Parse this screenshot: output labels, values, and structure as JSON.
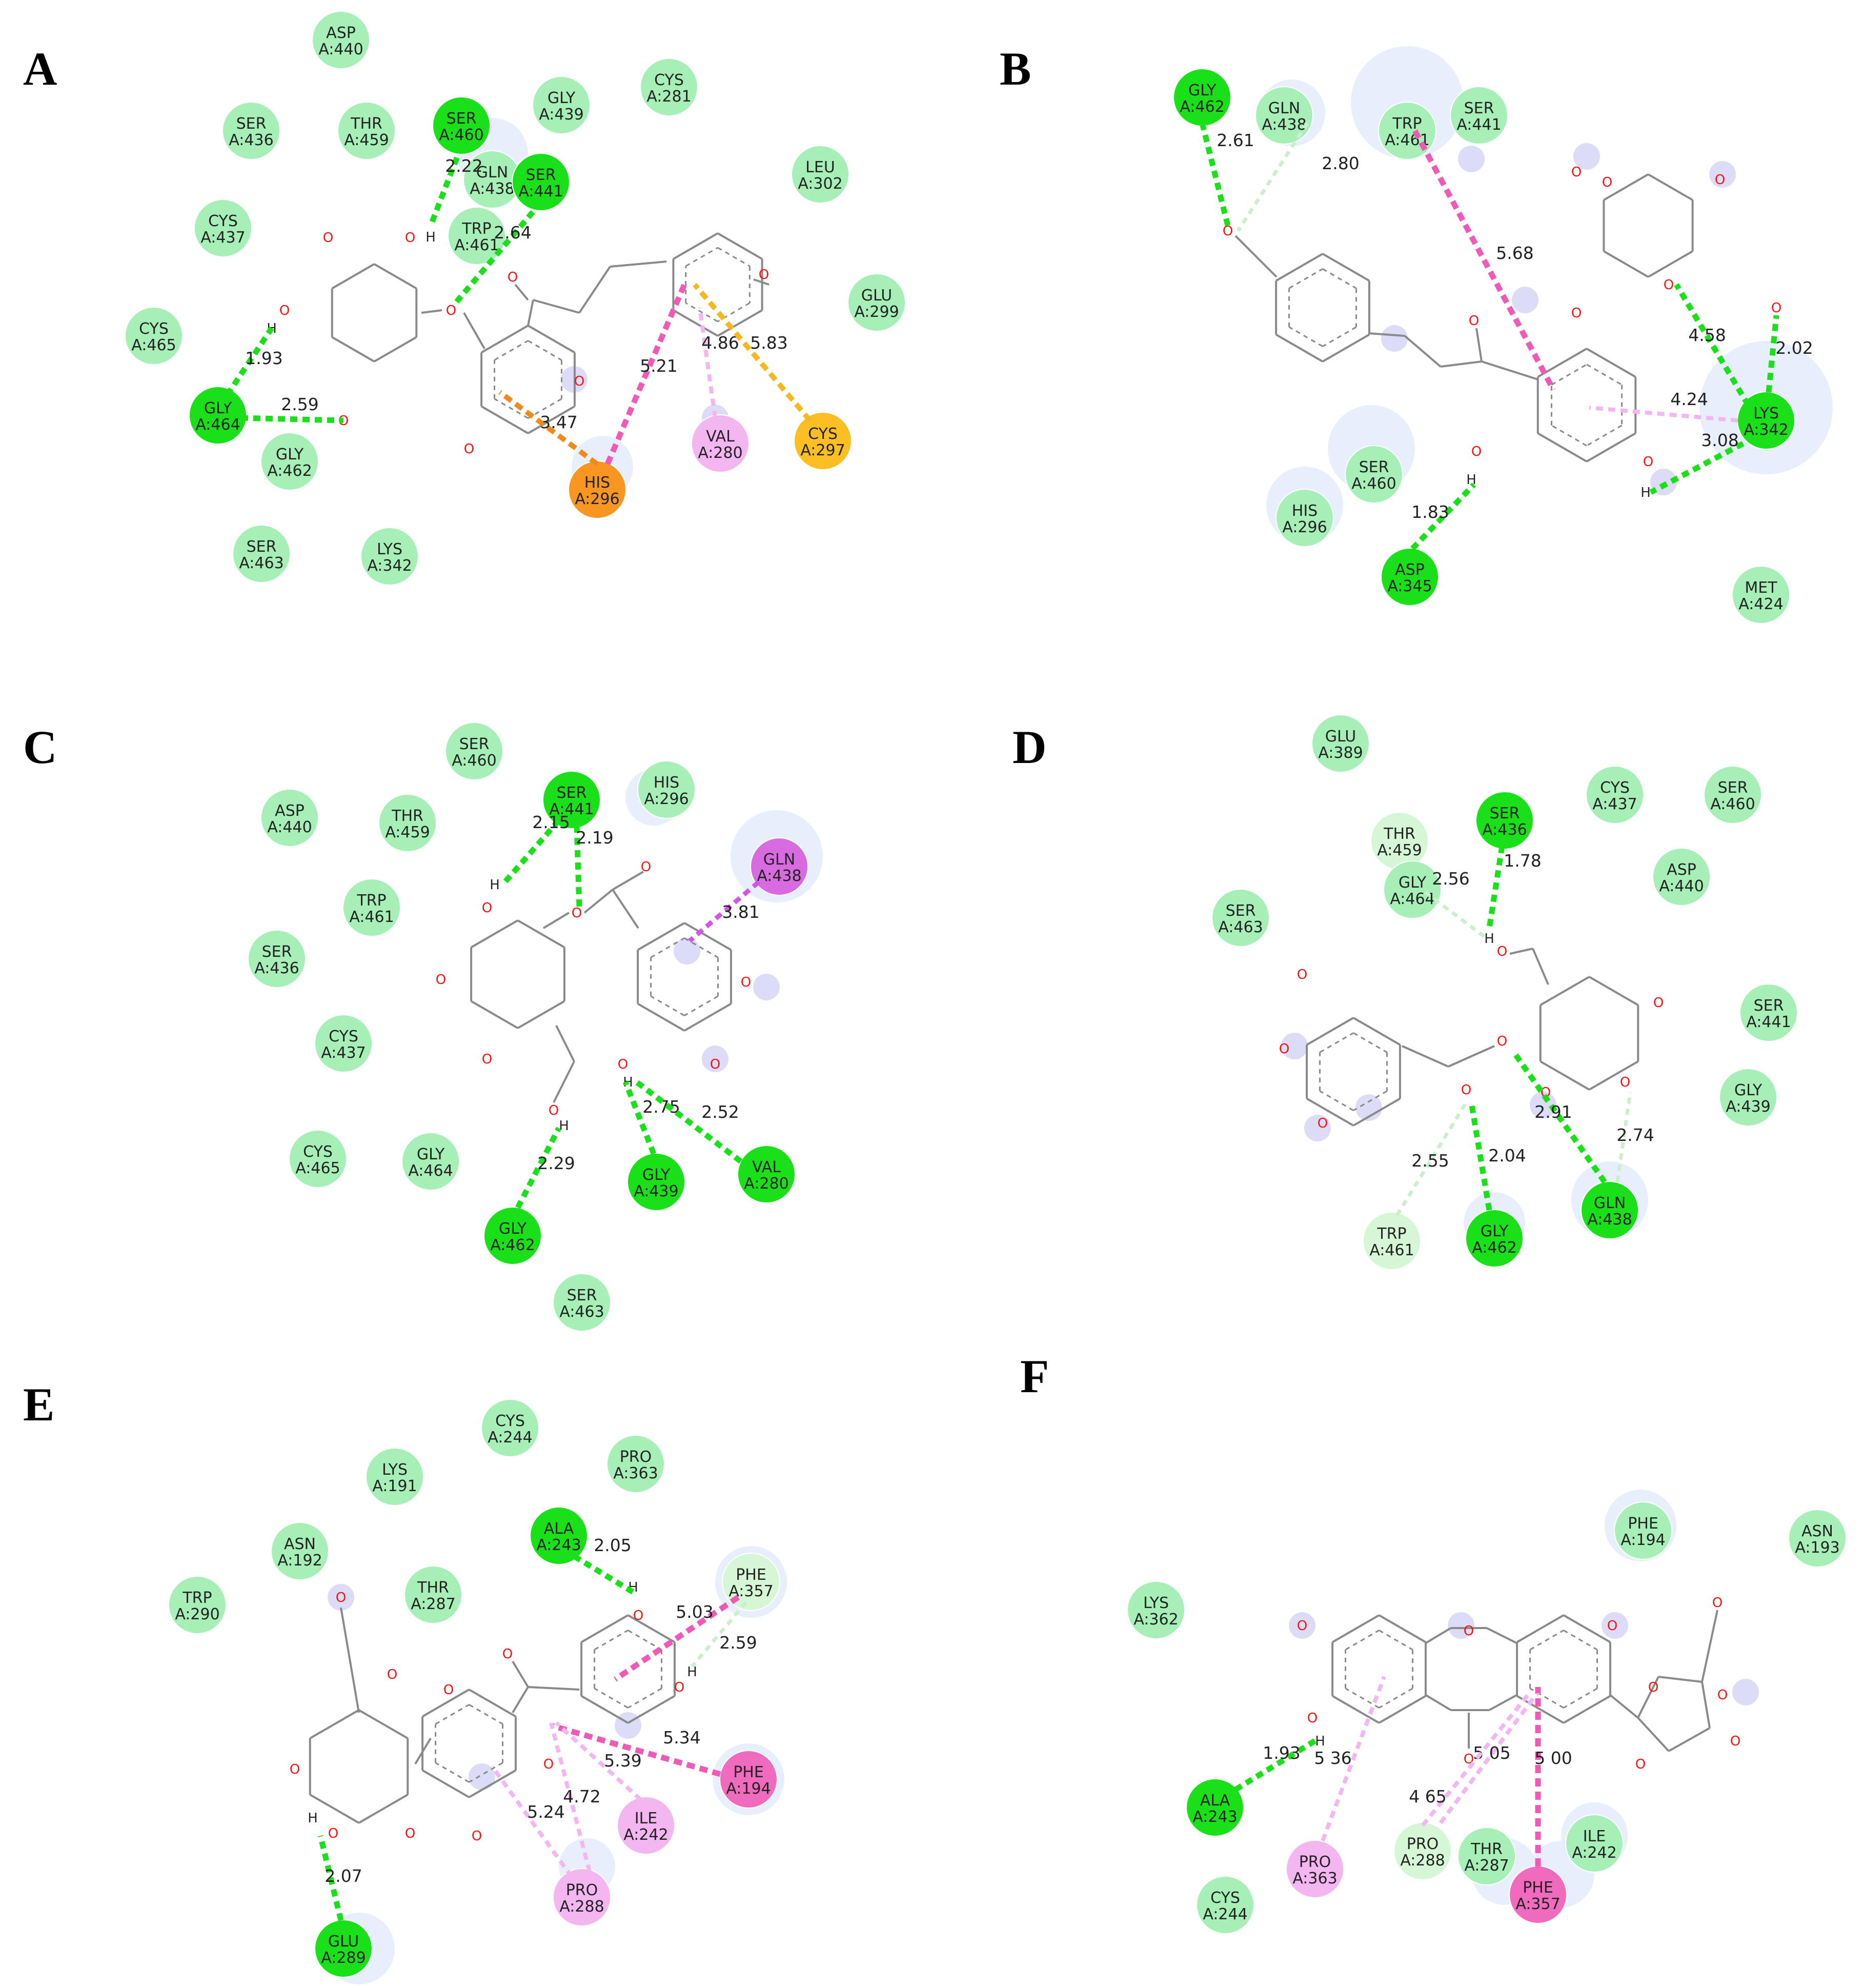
{
  "colors": {
    "vdw": "#a6f0b8",
    "hbond": "#19e019",
    "carbon_hbond": "#d6f7d6",
    "pi_alkyl": "#f4b6f0",
    "pi_pi": "#f06abd",
    "pi_sulfur": "#fbbf24",
    "pi_cation": "#f79621",
    "amide_pi": "#d96be0",
    "hbond_line": "#19e019",
    "carbon_line": "#cdeecd",
    "pi_pi_line": "#ee5ab5",
    "pi_alkyl_line": "#f4b6f0",
    "sulfur_line": "#f5b820",
    "cation_line": "#f08a1a",
    "amide_line": "#d155e6"
  },
  "panels": [
    {
      "label": "A",
      "residues": [
        {
          "name": "ASP",
          "chain": "A:440",
          "type": "vdw"
        },
        {
          "name": "SER",
          "chain": "A:436",
          "type": "vdw"
        },
        {
          "name": "THR",
          "chain": "A:459",
          "type": "vdw"
        },
        {
          "name": "SER",
          "chain": "A:460",
          "type": "hbond"
        },
        {
          "name": "GLY",
          "chain": "A:439",
          "type": "vdw"
        },
        {
          "name": "CYS",
          "chain": "A:281",
          "type": "vdw"
        },
        {
          "name": "GLN",
          "chain": "A:438",
          "type": "vdw"
        },
        {
          "name": "SER",
          "chain": "A:441",
          "type": "hbond"
        },
        {
          "name": "LEU",
          "chain": "A:302",
          "type": "vdw"
        },
        {
          "name": "CYS",
          "chain": "A:437",
          "type": "vdw"
        },
        {
          "name": "TRP",
          "chain": "A:461",
          "type": "vdw"
        },
        {
          "name": "GLU",
          "chain": "A:299",
          "type": "vdw"
        },
        {
          "name": "CYS",
          "chain": "A:465",
          "type": "vdw"
        },
        {
          "name": "GLY",
          "chain": "A:464",
          "type": "hbond"
        },
        {
          "name": "GLY",
          "chain": "A:462",
          "type": "vdw"
        },
        {
          "name": "HIS",
          "chain": "A:296",
          "type": "pi_cation"
        },
        {
          "name": "VAL",
          "chain": "A:280",
          "type": "pi_alkyl"
        },
        {
          "name": "CYS",
          "chain": "A:297",
          "type": "pi_sulfur"
        },
        {
          "name": "SER",
          "chain": "A:463",
          "type": "vdw"
        },
        {
          "name": "LYS",
          "chain": "A:342",
          "type": "vdw"
        }
      ],
      "distances": [
        "2.22",
        "2.64",
        "1.93",
        "2.59",
        "3.47",
        "5.21",
        "4.86",
        "5.83"
      ]
    },
    {
      "label": "B",
      "residues": [
        {
          "name": "GLY",
          "chain": "A:462",
          "type": "hbond"
        },
        {
          "name": "GLN",
          "chain": "A:438",
          "type": "vdw"
        },
        {
          "name": "TRP",
          "chain": "A:461",
          "type": "vdw"
        },
        {
          "name": "SER",
          "chain": "A:441",
          "type": "vdw"
        },
        {
          "name": "LYS",
          "chain": "A:342",
          "type": "hbond"
        },
        {
          "name": "SER",
          "chain": "A:460",
          "type": "vdw"
        },
        {
          "name": "HIS",
          "chain": "A:296",
          "type": "vdw"
        },
        {
          "name": "ASP",
          "chain": "A:345",
          "type": "hbond"
        },
        {
          "name": "MET",
          "chain": "A:424",
          "type": "vdw"
        }
      ],
      "distances": [
        "2.61",
        "2.80",
        "5.68",
        "4.58",
        "2.02",
        "4.24",
        "3.08",
        "1.83"
      ]
    },
    {
      "label": "C",
      "residues": [
        {
          "name": "SER",
          "chain": "A:460",
          "type": "vdw"
        },
        {
          "name": "ASP",
          "chain": "A:440",
          "type": "vdw"
        },
        {
          "name": "THR",
          "chain": "A:459",
          "type": "vdw"
        },
        {
          "name": "SER",
          "chain": "A:441",
          "type": "hbond"
        },
        {
          "name": "HIS",
          "chain": "A:296",
          "type": "vdw"
        },
        {
          "name": "GLN",
          "chain": "A:438",
          "type": "amide_pi"
        },
        {
          "name": "TRP",
          "chain": "A:461",
          "type": "vdw"
        },
        {
          "name": "SER",
          "chain": "A:436",
          "type": "vdw"
        },
        {
          "name": "CYS",
          "chain": "A:437",
          "type": "vdw"
        },
        {
          "name": "CYS",
          "chain": "A:465",
          "type": "vdw"
        },
        {
          "name": "GLY",
          "chain": "A:464",
          "type": "vdw"
        },
        {
          "name": "GLY",
          "chain": "A:439",
          "type": "hbond"
        },
        {
          "name": "VAL",
          "chain": "A:280",
          "type": "hbond"
        },
        {
          "name": "GLY",
          "chain": "A:462",
          "type": "hbond"
        },
        {
          "name": "SER",
          "chain": "A:463",
          "type": "vdw"
        }
      ],
      "distances": [
        "2.15",
        "2.19",
        "3.81",
        "2.75",
        "2.52",
        "2.29"
      ]
    },
    {
      "label": "D",
      "residues": [
        {
          "name": "GLU",
          "chain": "A:389",
          "type": "vdw"
        },
        {
          "name": "CYS",
          "chain": "A:437",
          "type": "vdw"
        },
        {
          "name": "SER",
          "chain": "A:460",
          "type": "vdw"
        },
        {
          "name": "THR",
          "chain": "A:459",
          "type": "carbon_hbond"
        },
        {
          "name": "SER",
          "chain": "A:436",
          "type": "hbond"
        },
        {
          "name": "GLY",
          "chain": "A:464",
          "type": "vdw"
        },
        {
          "name": "ASP",
          "chain": "A:440",
          "type": "vdw"
        },
        {
          "name": "SER",
          "chain": "A:463",
          "type": "vdw"
        },
        {
          "name": "SER",
          "chain": "A:441",
          "type": "vdw"
        },
        {
          "name": "GLY",
          "chain": "A:439",
          "type": "vdw"
        },
        {
          "name": "TRP",
          "chain": "A:461",
          "type": "carbon_hbond"
        },
        {
          "name": "GLY",
          "chain": "A:462",
          "type": "hbond"
        },
        {
          "name": "GLN",
          "chain": "A:438",
          "type": "hbond"
        }
      ],
      "distances": [
        "2.56",
        "1.78",
        "2.91",
        "2.74",
        "2.55",
        "2.04"
      ]
    },
    {
      "label": "E",
      "residues": [
        {
          "name": "CYS",
          "chain": "A:244",
          "type": "vdw"
        },
        {
          "name": "PRO",
          "chain": "A:363",
          "type": "vdw"
        },
        {
          "name": "LYS",
          "chain": "A:191",
          "type": "vdw"
        },
        {
          "name": "ASN",
          "chain": "A:192",
          "type": "vdw"
        },
        {
          "name": "ALA",
          "chain": "A:243",
          "type": "hbond"
        },
        {
          "name": "TRP",
          "chain": "A:290",
          "type": "vdw"
        },
        {
          "name": "THR",
          "chain": "A:287",
          "type": "vdw"
        },
        {
          "name": "PHE",
          "chain": "A:357",
          "type": "carbon_hbond"
        },
        {
          "name": "PHE",
          "chain": "A:194",
          "type": "pi_pi"
        },
        {
          "name": "ILE",
          "chain": "A:242",
          "type": "pi_alkyl"
        },
        {
          "name": "PRO",
          "chain": "A:288",
          "type": "pi_alkyl"
        },
        {
          "name": "GLU",
          "chain": "A:289",
          "type": "hbond"
        }
      ],
      "distances": [
        "2.05",
        "5.03",
        "2.59",
        "5.34",
        "5.39",
        "4.72",
        "5.24",
        "2.07"
      ]
    },
    {
      "label": "F",
      "residues": [
        {
          "name": "PHE",
          "chain": "A:194",
          "type": "vdw"
        },
        {
          "name": "ASN",
          "chain": "A:193",
          "type": "vdw"
        },
        {
          "name": "LYS",
          "chain": "A:362",
          "type": "vdw"
        },
        {
          "name": "ALA",
          "chain": "A:243",
          "type": "hbond"
        },
        {
          "name": "PRO",
          "chain": "A:363",
          "type": "pi_alkyl"
        },
        {
          "name": "PRO",
          "chain": "A:288",
          "type": "carbon_hbond"
        },
        {
          "name": "THR",
          "chain": "A:287",
          "type": "vdw"
        },
        {
          "name": "ILE",
          "chain": "A:242",
          "type": "vdw"
        },
        {
          "name": "PHE",
          "chain": "A:357",
          "type": "pi_pi"
        },
        {
          "name": "CYS",
          "chain": "A:244",
          "type": "vdw"
        }
      ],
      "distances": [
        "1.93",
        "5 36",
        "5 05",
        "4 65",
        "5 00"
      ]
    }
  ]
}
